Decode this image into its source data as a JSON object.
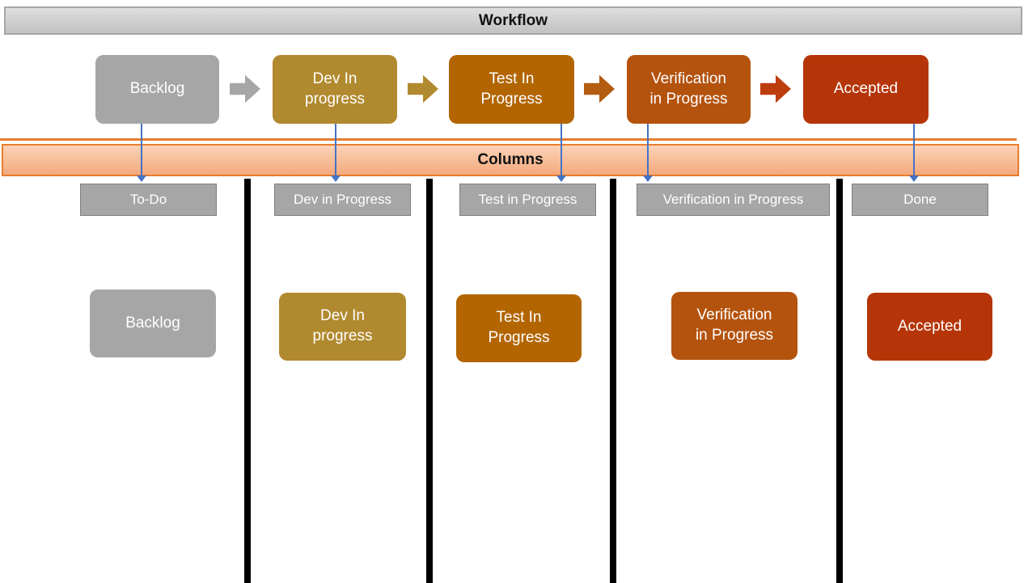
{
  "workflow": {
    "title": "Workflow",
    "stages": [
      {
        "label": "Backlog",
        "color": "#a6a6a6"
      },
      {
        "label": "Dev In\nprogress",
        "color": "#b1892e"
      },
      {
        "label": "Test In\nProgress",
        "color": "#b26500"
      },
      {
        "label": "Verification\nin Progress",
        "color": "#b4530e"
      },
      {
        "label": "Accepted",
        "color": "#b53508"
      }
    ],
    "arrows": [
      {
        "color": "#a6a6a6"
      },
      {
        "color": "#b1892e"
      },
      {
        "color": "#b35c12"
      },
      {
        "color": "#bd3e0d"
      }
    ]
  },
  "columns": {
    "title": "Columns",
    "headers": [
      {
        "label": "To-Do"
      },
      {
        "label": "Dev in Progress"
      },
      {
        "label": "Test in Progress"
      },
      {
        "label": "Verification in Progress"
      },
      {
        "label": "Done"
      }
    ],
    "cards": [
      {
        "label": "Backlog",
        "color": "#a6a6a6"
      },
      {
        "label": "Dev In\nprogress",
        "color": "#b1892e"
      },
      {
        "label": "Test In\nProgress",
        "color": "#b26500"
      },
      {
        "label": "Verification\nin Progress",
        "color": "#b4530e"
      },
      {
        "label": "Accepted",
        "color": "#b53508"
      }
    ]
  },
  "colors": {
    "connector": "#4472c4",
    "workflow_bar_border": "#a6a6a6",
    "columns_bar_border": "#e87d2e",
    "header_fill": "#a6a6a6",
    "divider": "#000000"
  }
}
